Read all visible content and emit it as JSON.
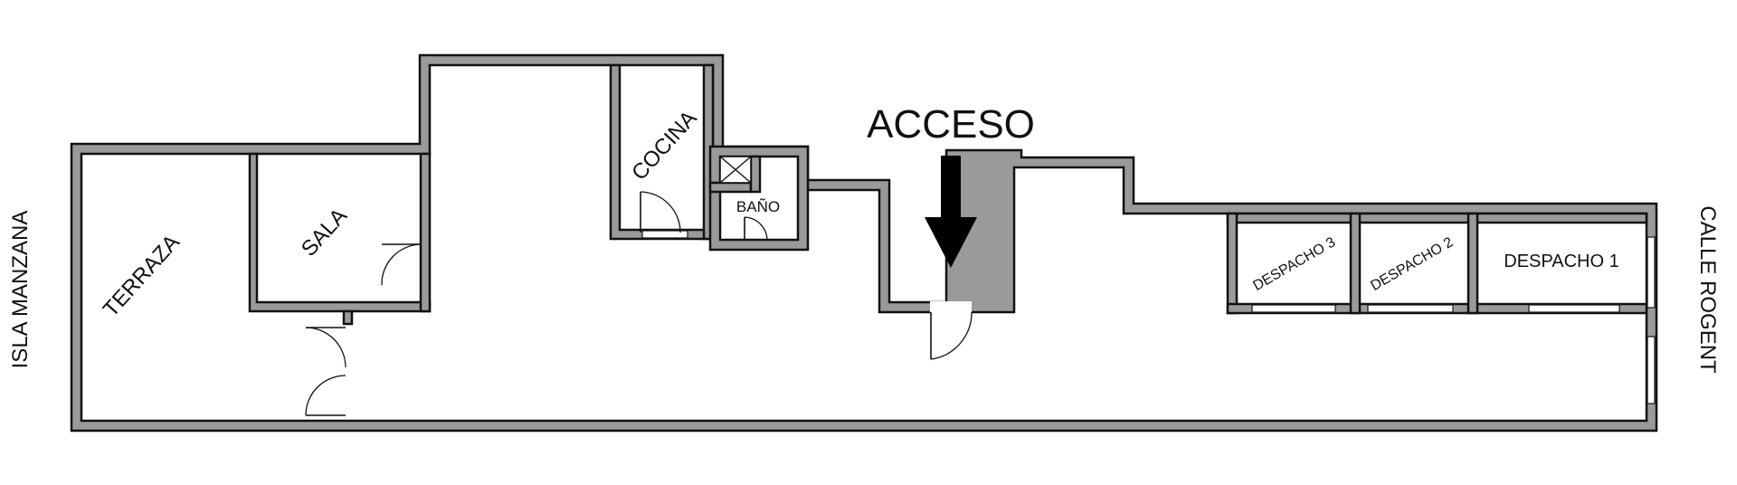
{
  "plan": {
    "access_label": "ACCESO",
    "street_left": "ISLA MANZANA",
    "street_right": "CALLE ROGENT",
    "rooms": {
      "terraza": "TERRAZA",
      "sala": "SALA",
      "cocina": "COCINA",
      "bano": "BAÑO",
      "despacho3": "DESPACHO 3",
      "despacho2": "DESPACHO 2",
      "despacho1": "DESPACHO 1"
    }
  },
  "colors": {
    "wall": "#9a9a9a",
    "ink": "#111111",
    "background": "#ffffff"
  },
  "icons": [
    "down-arrow-icon",
    "shaft-cross-icon",
    "door-swing-icon"
  ]
}
